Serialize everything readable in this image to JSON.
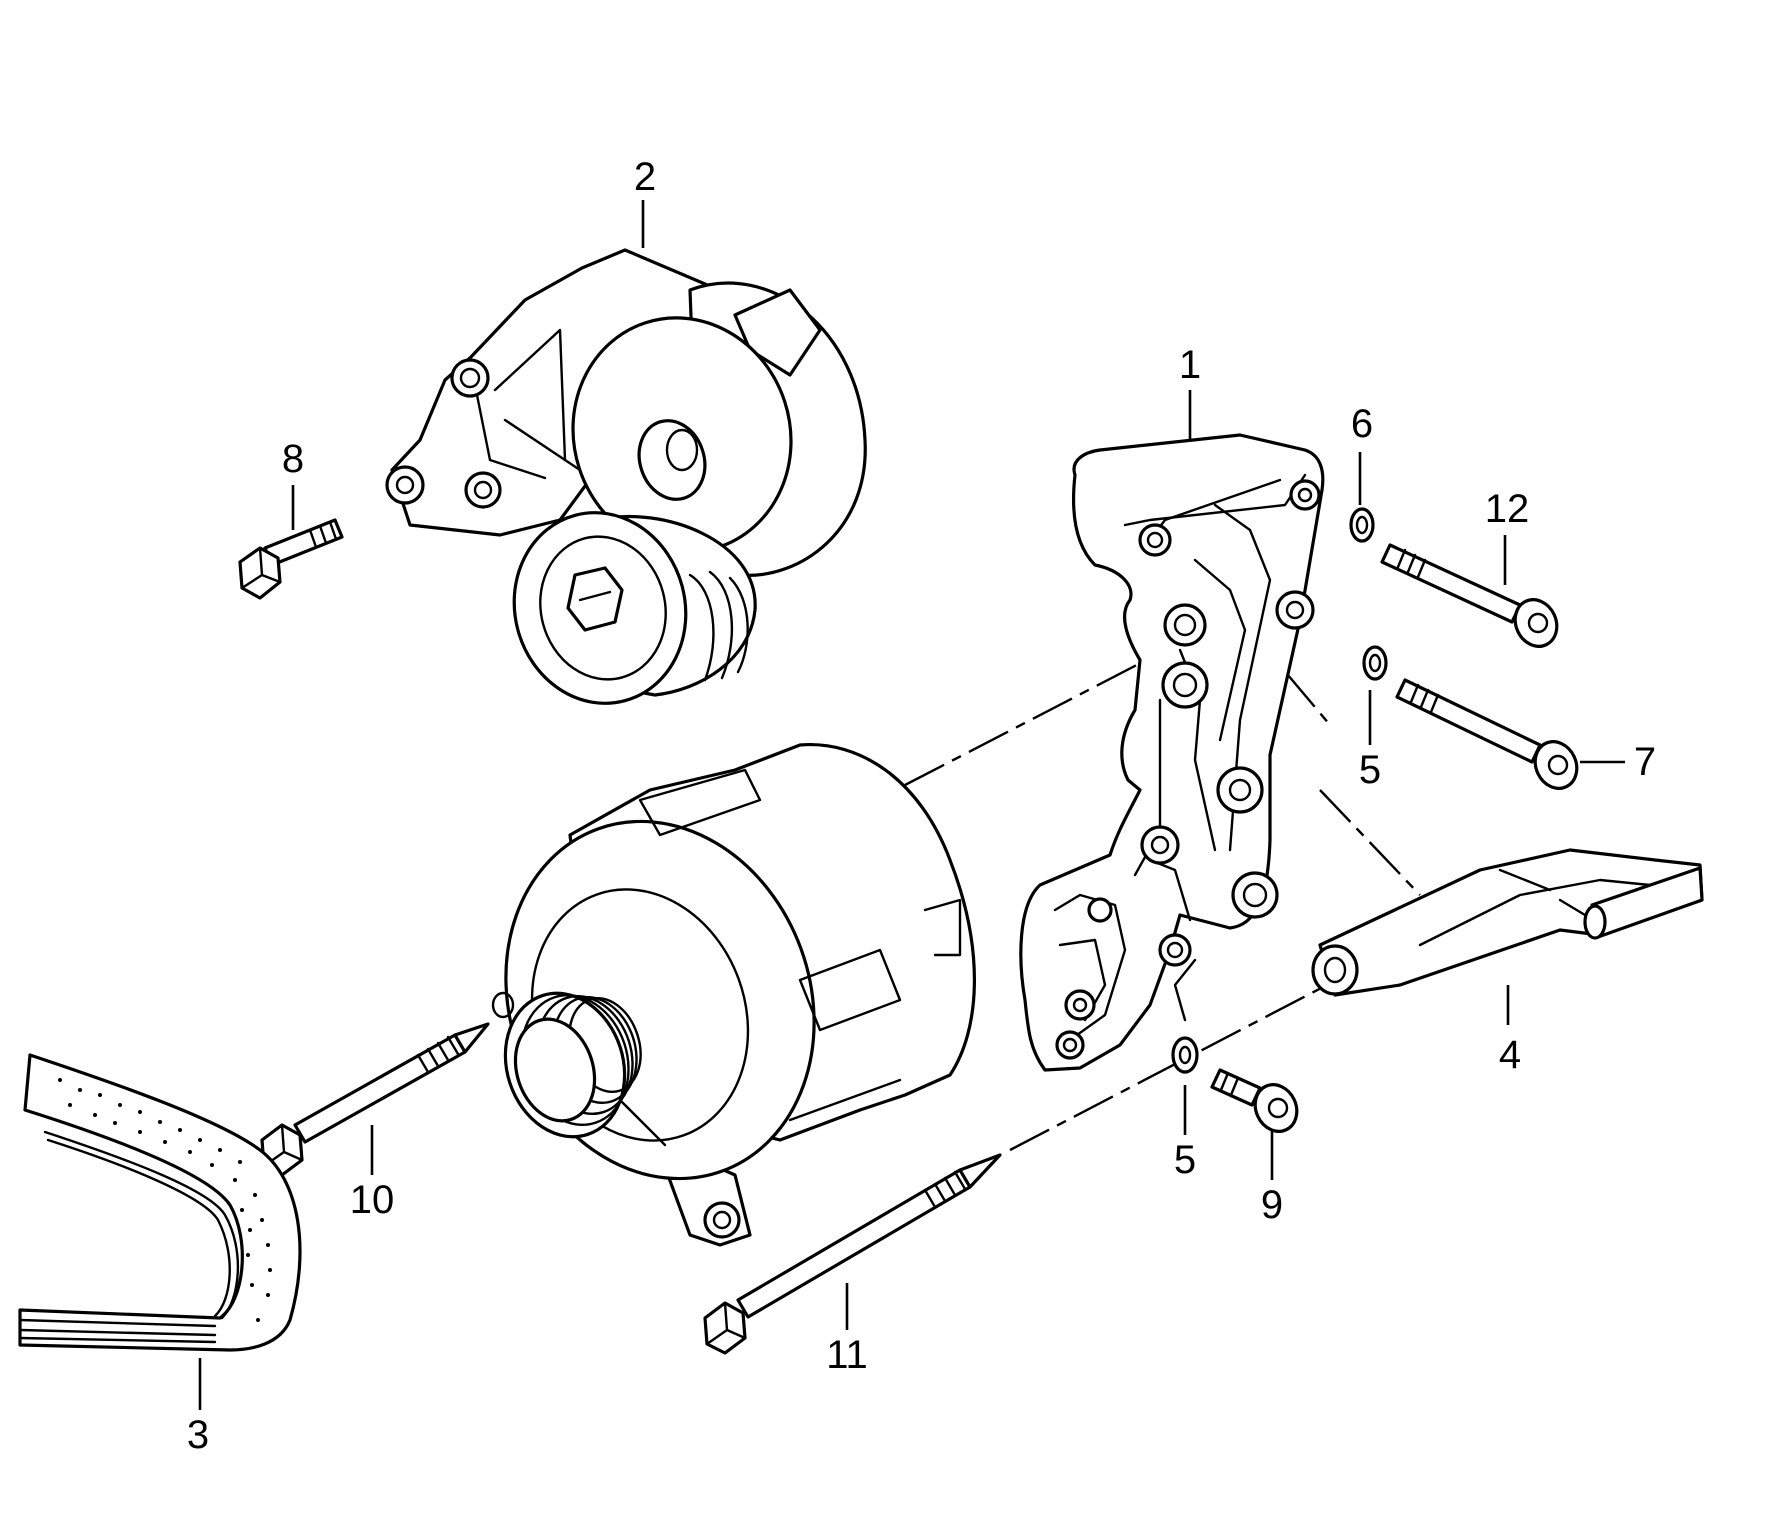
{
  "callouts": [
    {
      "id": "1",
      "label": "1"
    },
    {
      "id": "2",
      "label": "2"
    },
    {
      "id": "3",
      "label": "3"
    },
    {
      "id": "4",
      "label": "4"
    },
    {
      "id": "5a",
      "label": "5"
    },
    {
      "id": "5b",
      "label": "5"
    },
    {
      "id": "6",
      "label": "6"
    },
    {
      "id": "7",
      "label": "7"
    },
    {
      "id": "8",
      "label": "8"
    },
    {
      "id": "9",
      "label": "9"
    },
    {
      "id": "10",
      "label": "10"
    },
    {
      "id": "11",
      "label": "11"
    },
    {
      "id": "12",
      "label": "12"
    }
  ]
}
